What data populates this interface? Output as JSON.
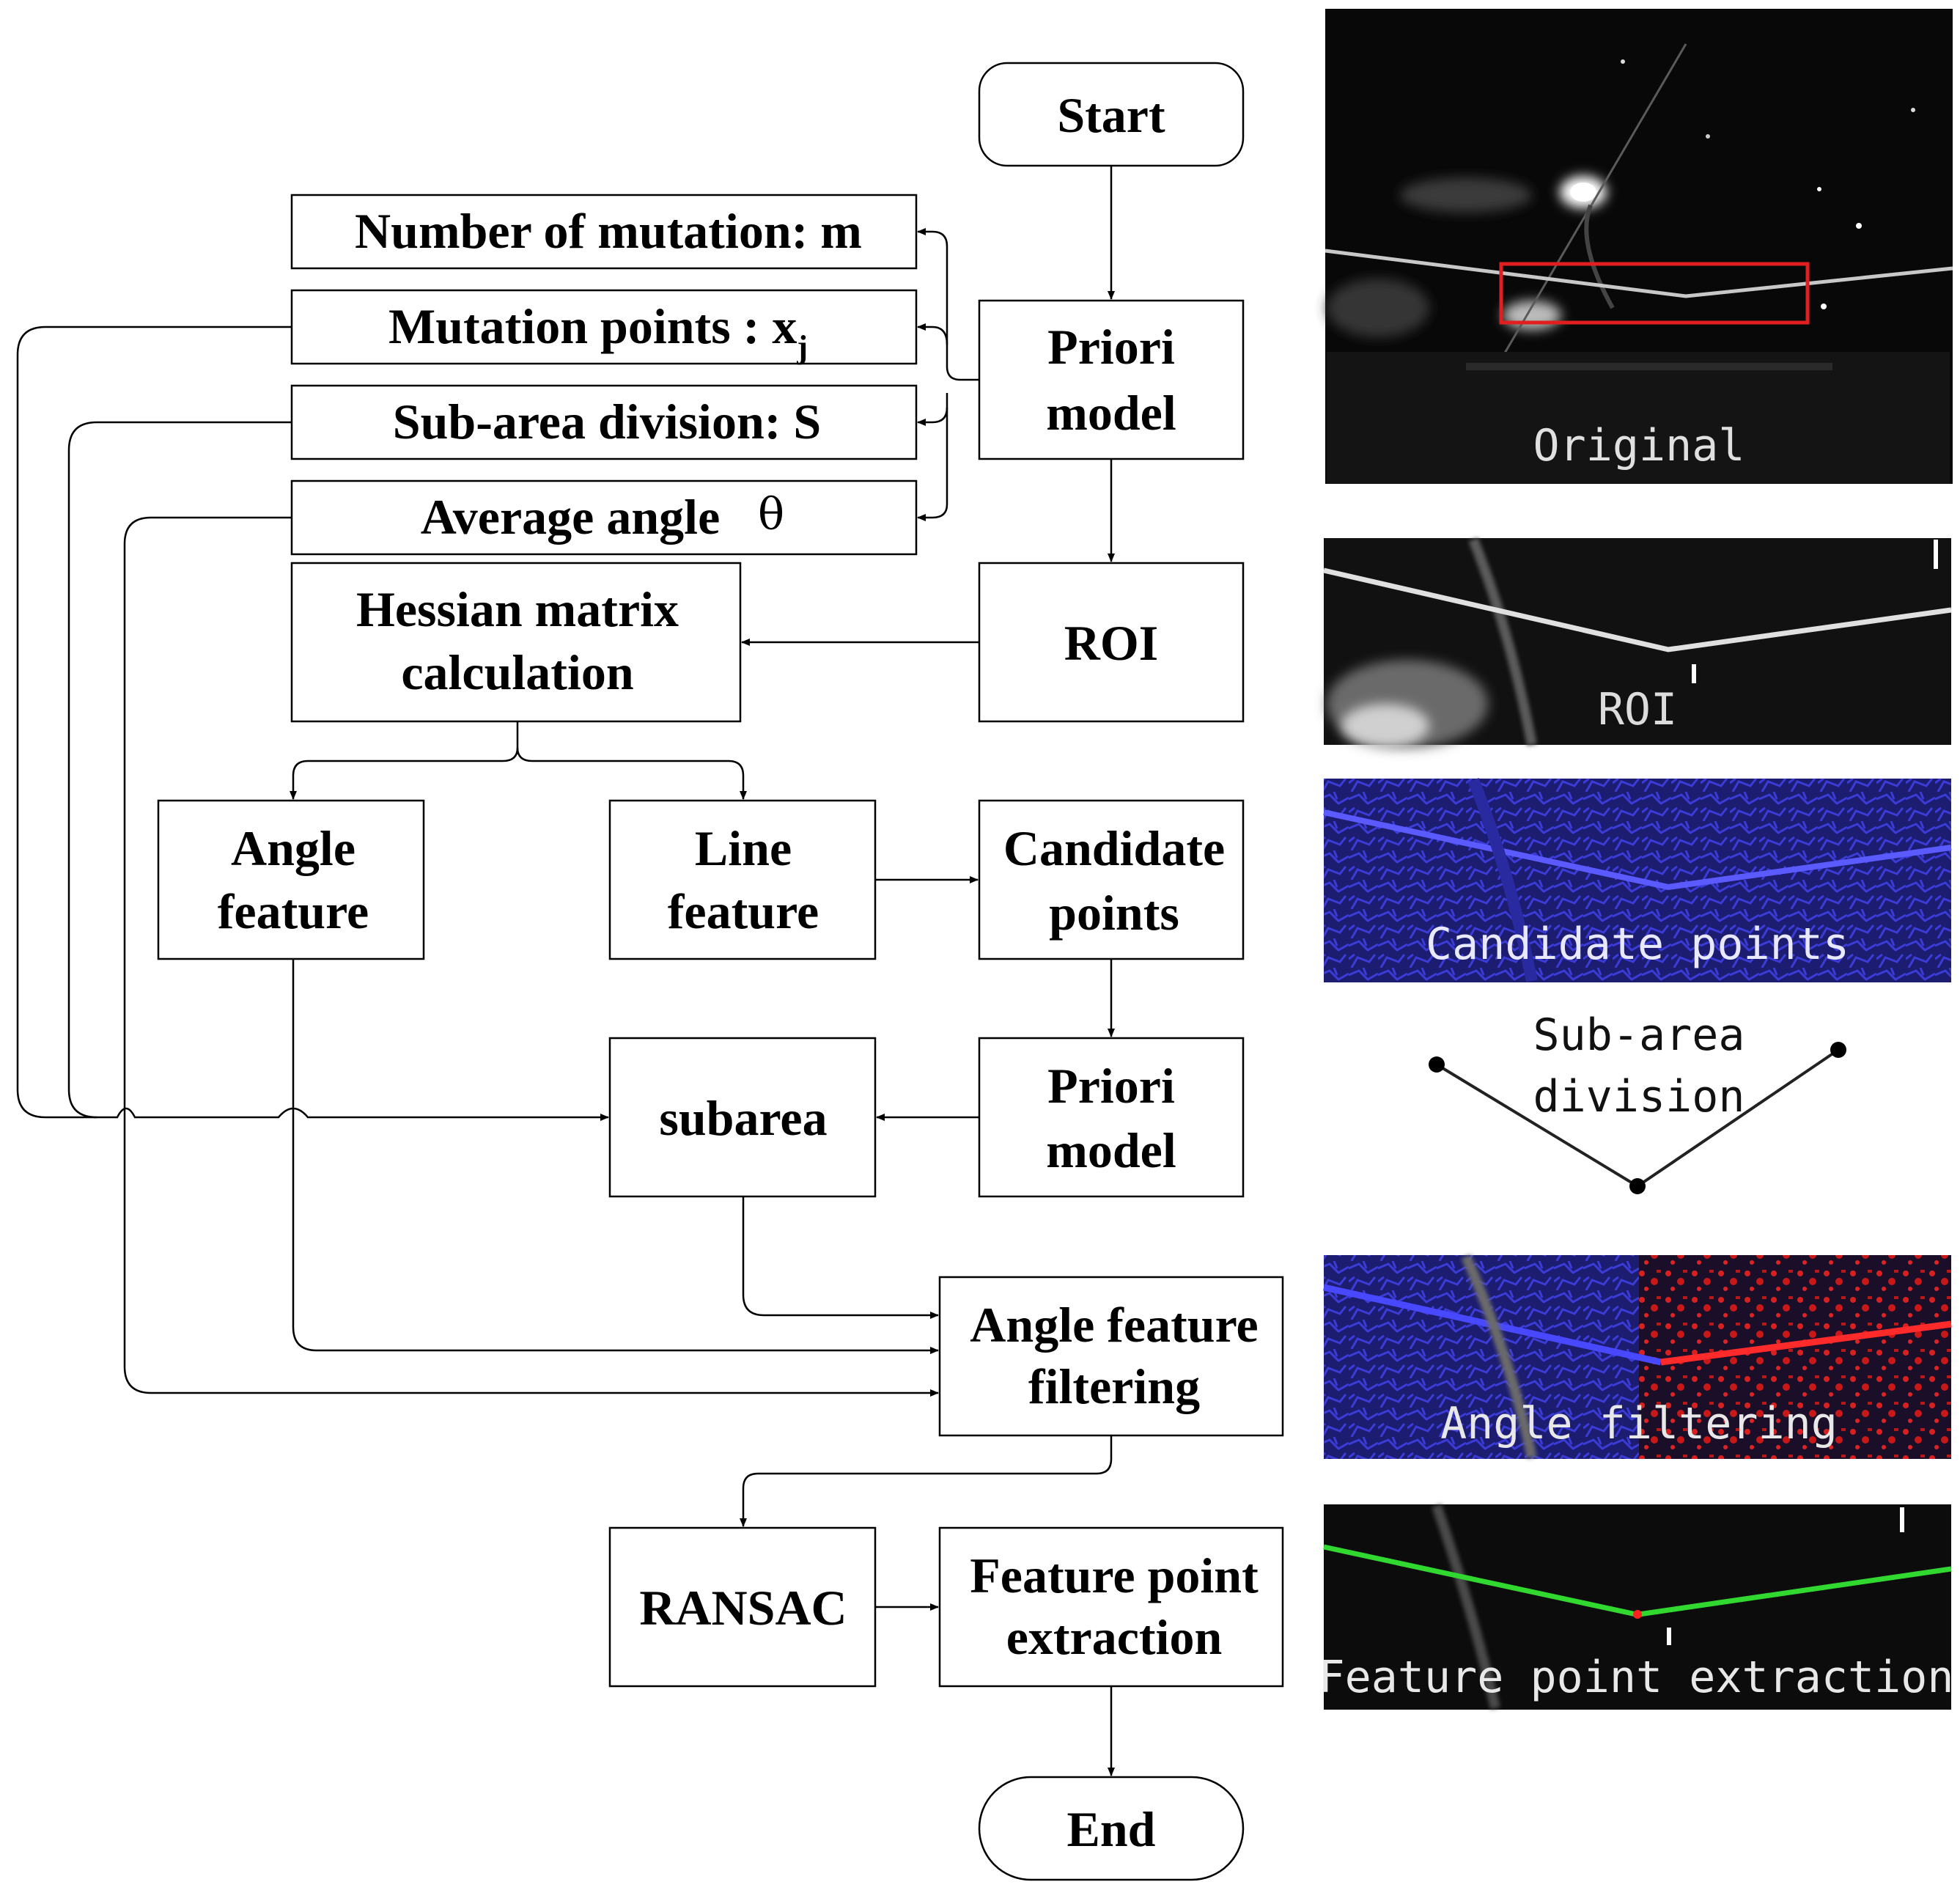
{
  "flowchart": {
    "start": "Start",
    "priori_model_1": [
      "Priori",
      "model"
    ],
    "number_of_mutation": "Number of mutation: m",
    "mutation_points": "Mutation points : x",
    "mutation_points_subscript": "j",
    "sub_area_division": "Sub-area division: S",
    "average_angle": "Average angle",
    "theta": "θ",
    "roi": "ROI",
    "hessian": [
      "Hessian matrix",
      "calculation"
    ],
    "angle_feature": [
      "Angle",
      "feature"
    ],
    "line_feature": [
      "Line",
      "feature"
    ],
    "candidate_points": [
      "Candidate",
      "points"
    ],
    "subarea": "subarea",
    "priori_model_2": [
      "Priori",
      "model"
    ],
    "angle_feature_filtering": [
      "Angle feature",
      "filtering"
    ],
    "ransac": "RANSAC",
    "feature_point_extraction": [
      "Feature point",
      "extraction"
    ],
    "end": "End"
  },
  "panels": {
    "original": "Original",
    "roi": "ROI",
    "candidate_points": "Candidate points",
    "sub_area_division": [
      "Sub-area",
      "division"
    ],
    "angle_filtering": "Angle filtering",
    "feature_point_extraction": "Feature point extraction"
  },
  "colors": {
    "roi_rectangle": "#e02020",
    "candidate_blue": "#3a3acc",
    "filter_red": "#e82020",
    "extraction_green": "#28d028"
  }
}
